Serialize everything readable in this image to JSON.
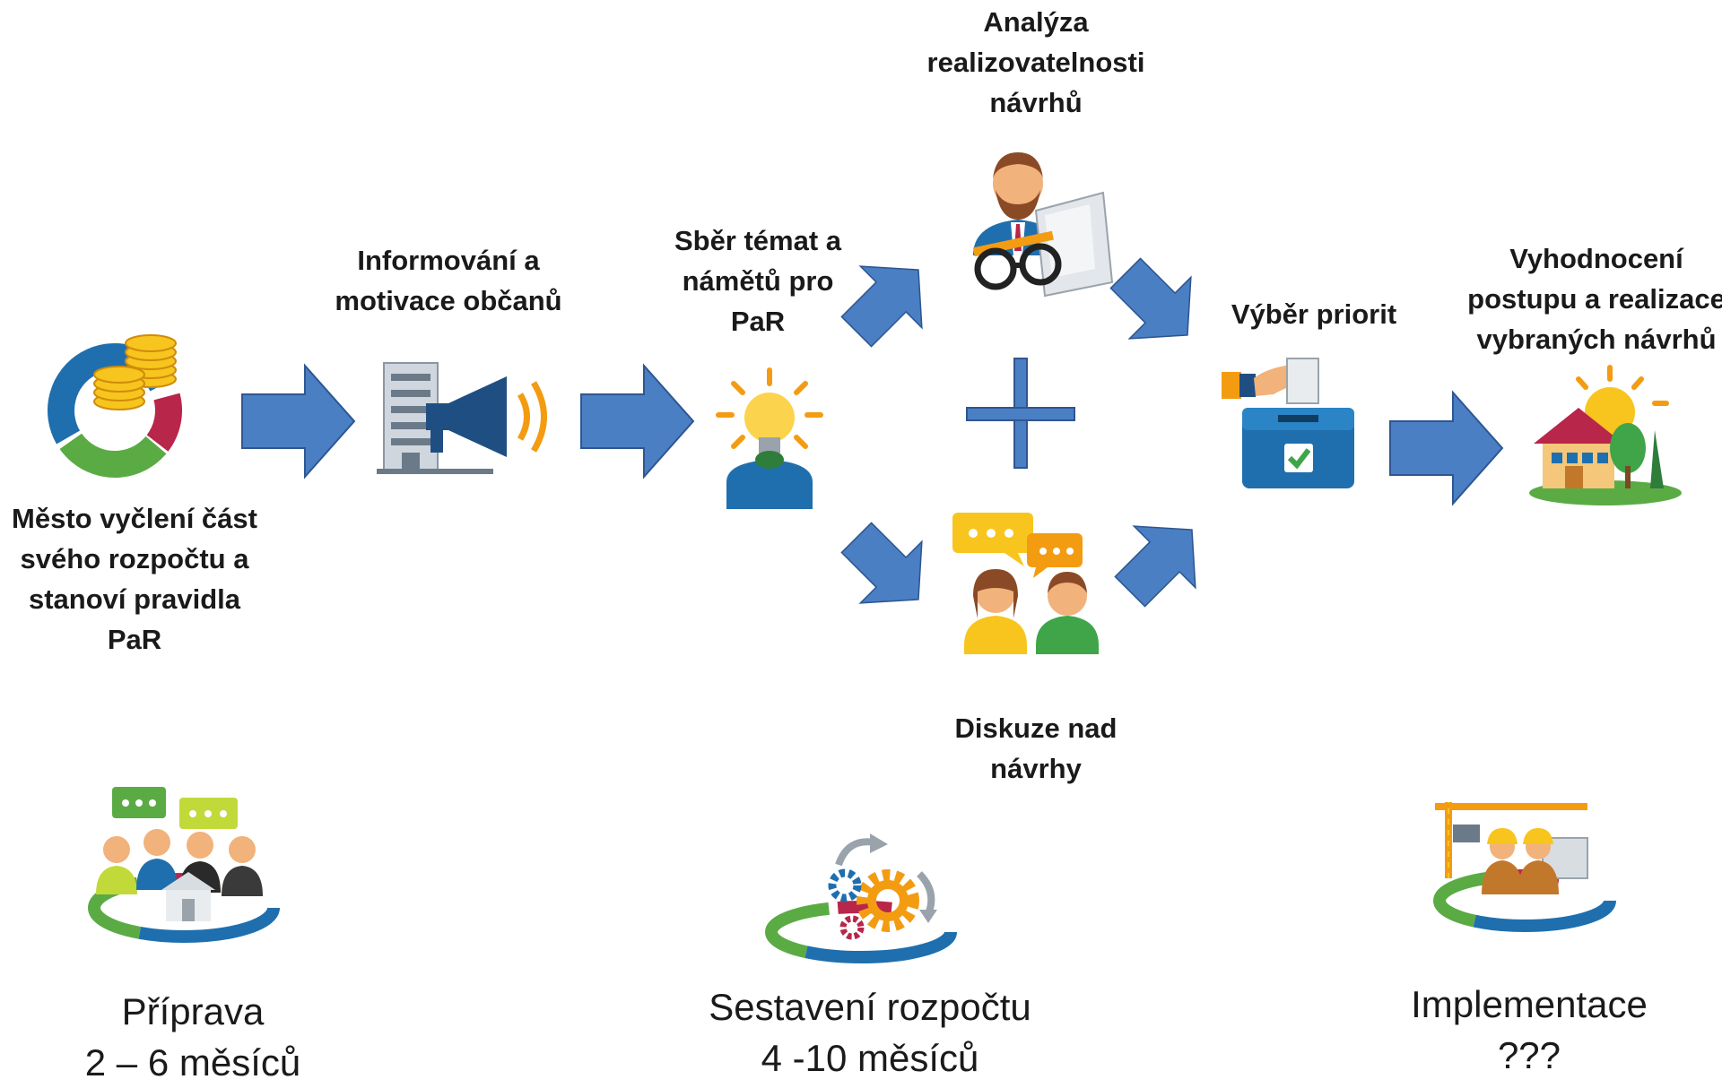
{
  "steps": [
    {
      "id": "budget",
      "label": "Město vyčlení část\nsvého rozpočtu a\nstanoví pravidla\nPaR",
      "icon": "budget-pie-coins-icon"
    },
    {
      "id": "inform",
      "label": "Informování a\nmotivace občanů",
      "icon": "building-megaphone-icon"
    },
    {
      "id": "collect",
      "label": "Sběr témat a\nnámětů pro\nPaR",
      "icon": "lightbulb-person-icon"
    },
    {
      "id": "analysis",
      "label": "Analýza\nrealizovatelnosti\nnávrhů",
      "icon": "analyst-documents-icon"
    },
    {
      "id": "discussion",
      "label": "Diskuze nad\nnávrhy",
      "icon": "discussion-people-icon"
    },
    {
      "id": "priorities",
      "label": "Výběr priorit",
      "icon": "ballot-box-icon"
    },
    {
      "id": "evaluation",
      "label": "Vyhodnocení\npostupu a realizace\nvybraných návrhů",
      "icon": "house-sun-icon"
    }
  ],
  "plus_symbol": "+",
  "phases": [
    {
      "id": "preparation",
      "title": "Příprava",
      "duration": "2 – 6 měsíců",
      "icon": "community-meeting-icon"
    },
    {
      "id": "budgeting",
      "title": "Sestavení rozpočtu",
      "duration": "4 -10 měsíců",
      "icon": "gears-process-icon"
    },
    {
      "id": "implementation",
      "title": "Implementace",
      "duration": "???",
      "icon": "construction-workers-icon"
    }
  ],
  "colors": {
    "arrow_fill": "#4a7fc4",
    "arrow_stroke": "#2e5690",
    "ring_blue": "#1f6fae",
    "ring_green": "#5bab45",
    "ring_red": "#b8264a",
    "coin_yellow": "#f7c51e",
    "orange": "#f39c12"
  }
}
